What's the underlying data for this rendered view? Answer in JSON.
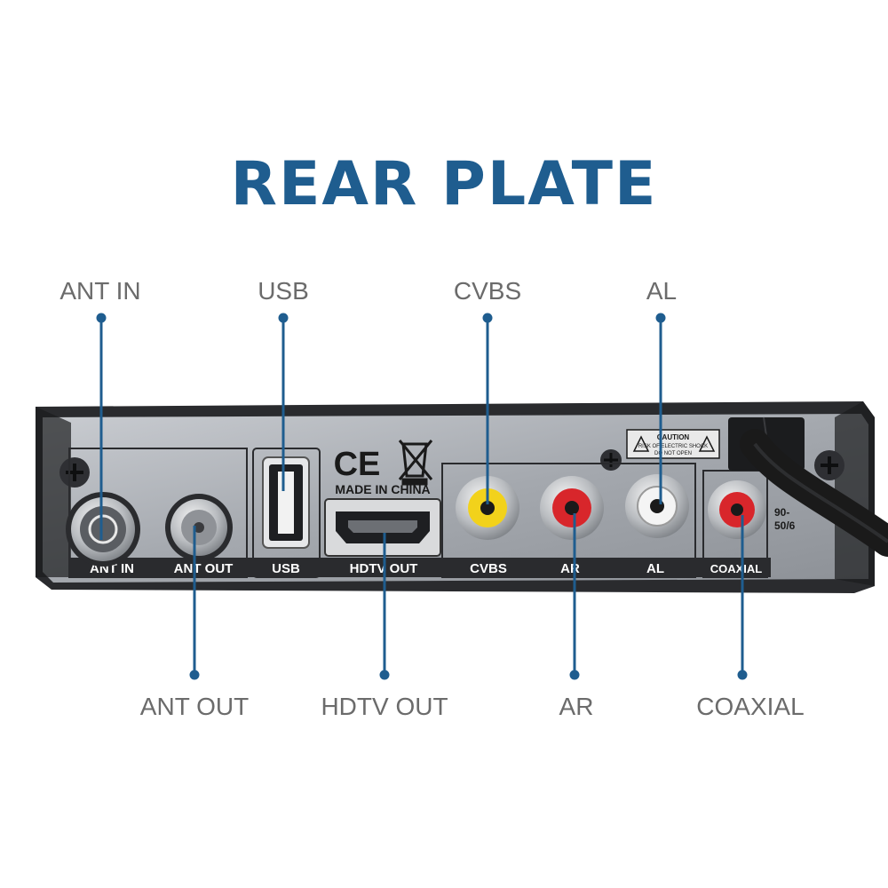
{
  "title": "REAR PLATE",
  "callouts": {
    "ant_in": "ANT IN",
    "usb": "USB",
    "cvbs": "CVBS",
    "al": "AL",
    "ant_out": "ANT OUT",
    "hdtv_out": "HDTV OUT",
    "ar": "AR",
    "coaxial": "COAXIAL"
  },
  "device": {
    "panel_labels": {
      "ant_in": "ANT IN",
      "ant_out": "ANT OUT",
      "usb": "USB",
      "hdtv_out": "HDTV OUT",
      "cvbs": "CVBS",
      "ar": "AR",
      "al": "AL",
      "coaxial": "COAXIAL"
    },
    "ce_mark": "CE",
    "made_in": "MADE IN CHINA",
    "caution_title": "CAUTION",
    "caution_line1": "RISK OF ELECTRIC SHOCK",
    "caution_line2": "DO NOT OPEN",
    "power_line1": "90-",
    "power_line2": "50/6"
  },
  "colors": {
    "accent": "#1f5d8f",
    "callout_text": "#6b6b6b",
    "rca_yellow": "#f2d21b",
    "rca_red": "#d8262b",
    "rca_white": "#f4f4f4"
  }
}
